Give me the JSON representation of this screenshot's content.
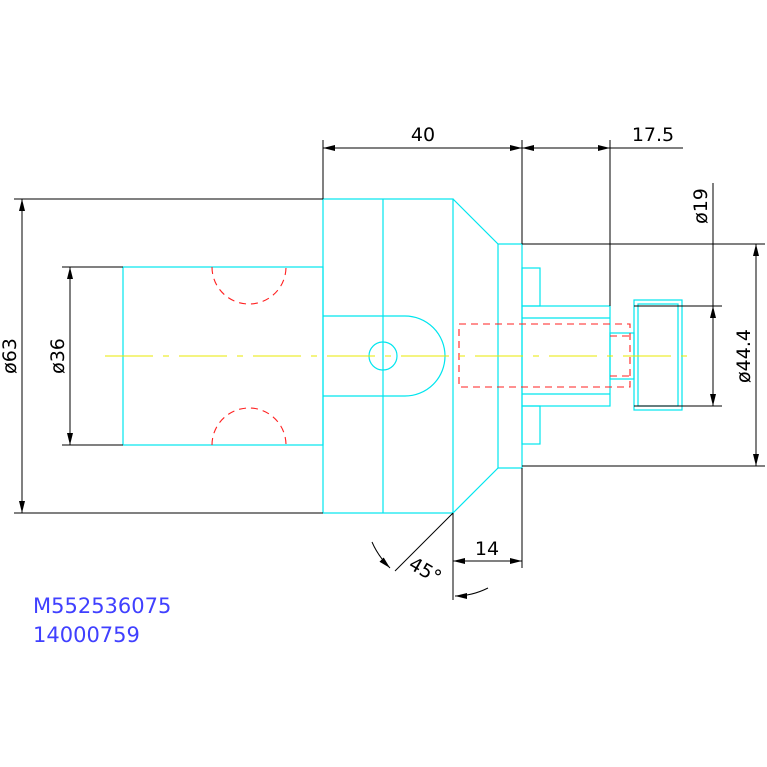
{
  "drawing": {
    "dimensions": {
      "len_40": "40",
      "len_17_5": "17.5",
      "dia_19": "ø19",
      "dia_44_4": "ø44.4",
      "dia_63": "ø63",
      "dia_36": "ø36",
      "len_14": "14",
      "angle_45": "45°"
    },
    "part_codes": [
      "M552536075",
      "14000759"
    ]
  },
  "colors": {
    "outline": "#00e5ee",
    "hidden": "#ff2020",
    "centerline": "#e8e800",
    "dimension": "#000000",
    "text_blue": "#4040ff"
  }
}
